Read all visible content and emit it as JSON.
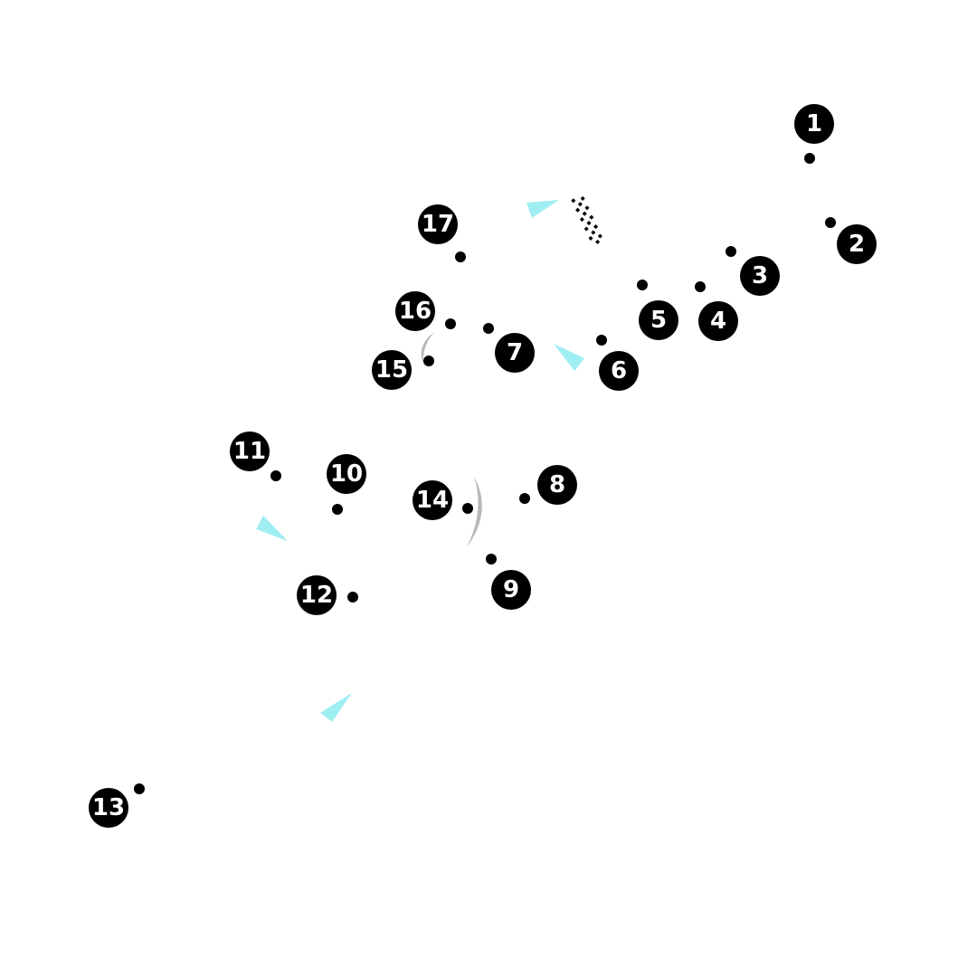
{
  "colors": {
    "background": "#ffffff",
    "badge": "#000000",
    "badge_text": "#ffffff",
    "corner_dot": "#000000",
    "drs_arrow": "#9eeef2",
    "curb": "#b8b8b8",
    "start_finish": "#000000"
  },
  "icons": {
    "turn_badge": "numbered-turn-badge",
    "corner_dot": "corner-apex-dot",
    "drs_arrow": "drs-zone-arrow-icon",
    "curb": "curb-arc-icon",
    "start_finish": "checkered-start-finish-icon"
  },
  "turns": [
    {
      "number": "1"
    },
    {
      "number": "2"
    },
    {
      "number": "3"
    },
    {
      "number": "4"
    },
    {
      "number": "5"
    },
    {
      "number": "6"
    },
    {
      "number": "7"
    },
    {
      "number": "8"
    },
    {
      "number": "9"
    },
    {
      "number": "10"
    },
    {
      "number": "11"
    },
    {
      "number": "12"
    },
    {
      "number": "13"
    },
    {
      "number": "14"
    },
    {
      "number": "15"
    },
    {
      "number": "16"
    },
    {
      "number": "17"
    }
  ]
}
